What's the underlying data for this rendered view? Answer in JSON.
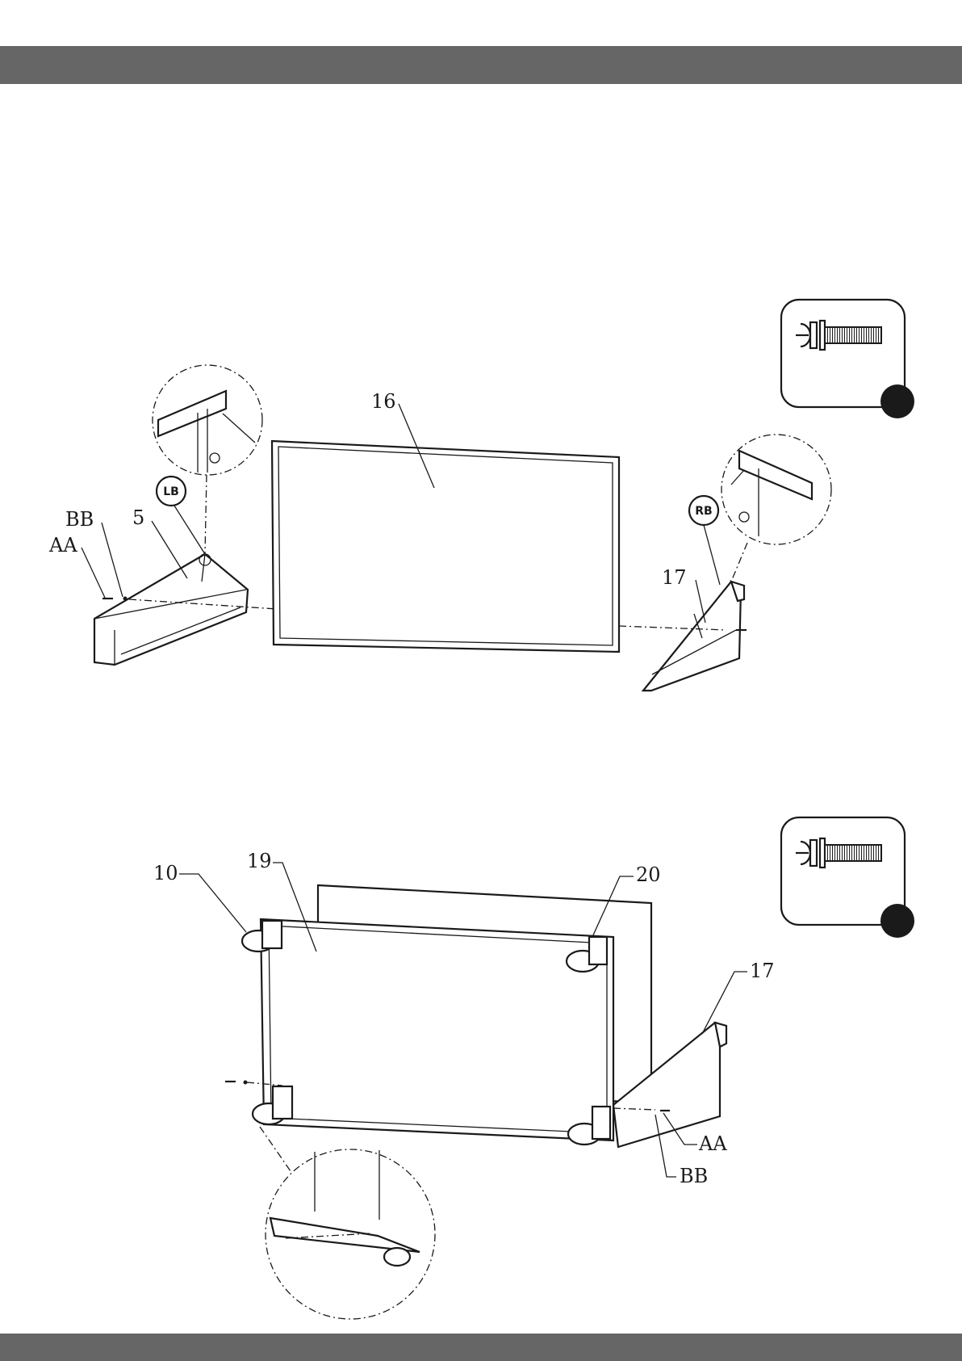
{
  "header": {
    "color": "#666666"
  },
  "footer": {
    "color": "#666666"
  },
  "step1": {
    "labels": {
      "part_16": "16",
      "part_5": "5",
      "part_17": "17",
      "screw_bb": "BB",
      "screw_aa": "AA"
    },
    "badges": {
      "left_bracket": "LB",
      "right_bracket": "RB"
    },
    "hardware_icon": "bolt-with-washer-icon"
  },
  "step2": {
    "labels": {
      "part_10": "10",
      "part_19": "19",
      "part_20": "20",
      "part_17": "17",
      "screw_aa": "AA",
      "screw_bb": "BB"
    },
    "hardware_icon": "bolt-with-washer-icon"
  }
}
